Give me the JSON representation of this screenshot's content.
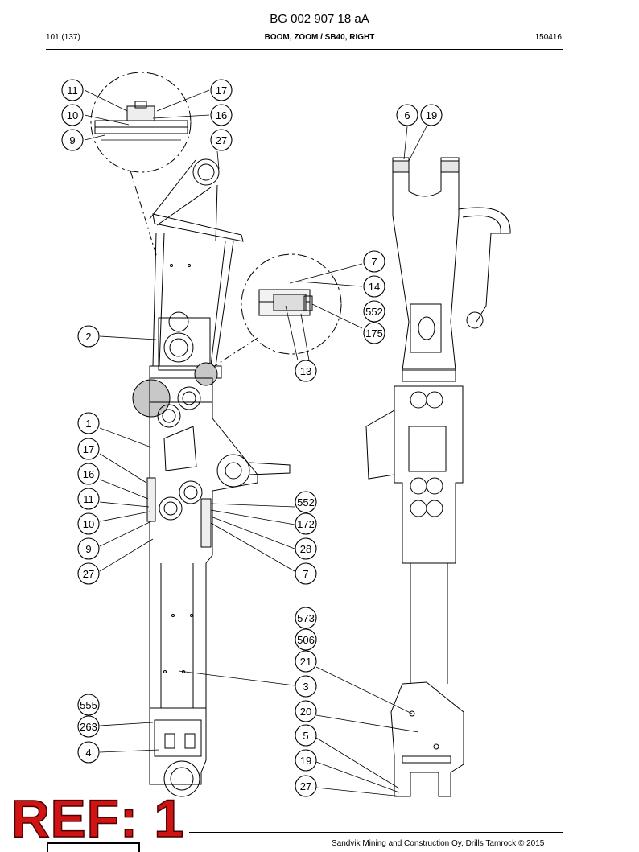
{
  "header": {
    "doc_number": "BG 002 907 18 aA",
    "page": "101 (137)",
    "title": "BOOM, ZOOM / SB40, RIGHT",
    "code": "150416"
  },
  "footer": {
    "copyright": "Sandvik Mining and Construction Oy, Drills Tamrock © 2015"
  },
  "stamp": {
    "ref": "REF: 1"
  },
  "callouts": [
    {
      "label": "11"
    },
    {
      "label": "17"
    },
    {
      "label": "10"
    },
    {
      "label": "16"
    },
    {
      "label": "9"
    },
    {
      "label": "27"
    },
    {
      "label": "6"
    },
    {
      "label": "19"
    },
    {
      "label": "7"
    },
    {
      "label": "14"
    },
    {
      "label": "552"
    },
    {
      "label": "175"
    },
    {
      "label": "2"
    },
    {
      "label": "13"
    },
    {
      "label": "1"
    },
    {
      "label": "17"
    },
    {
      "label": "16"
    },
    {
      "label": "11"
    },
    {
      "label": "552"
    },
    {
      "label": "10"
    },
    {
      "label": "172"
    },
    {
      "label": "9"
    },
    {
      "label": "28"
    },
    {
      "label": "27"
    },
    {
      "label": "7"
    },
    {
      "label": "573"
    },
    {
      "label": "506"
    },
    {
      "label": "21"
    },
    {
      "label": "3"
    },
    {
      "label": "555"
    },
    {
      "label": "20"
    },
    {
      "label": "263"
    },
    {
      "label": "5"
    },
    {
      "label": "4"
    },
    {
      "label": "19"
    },
    {
      "label": "27"
    }
  ]
}
